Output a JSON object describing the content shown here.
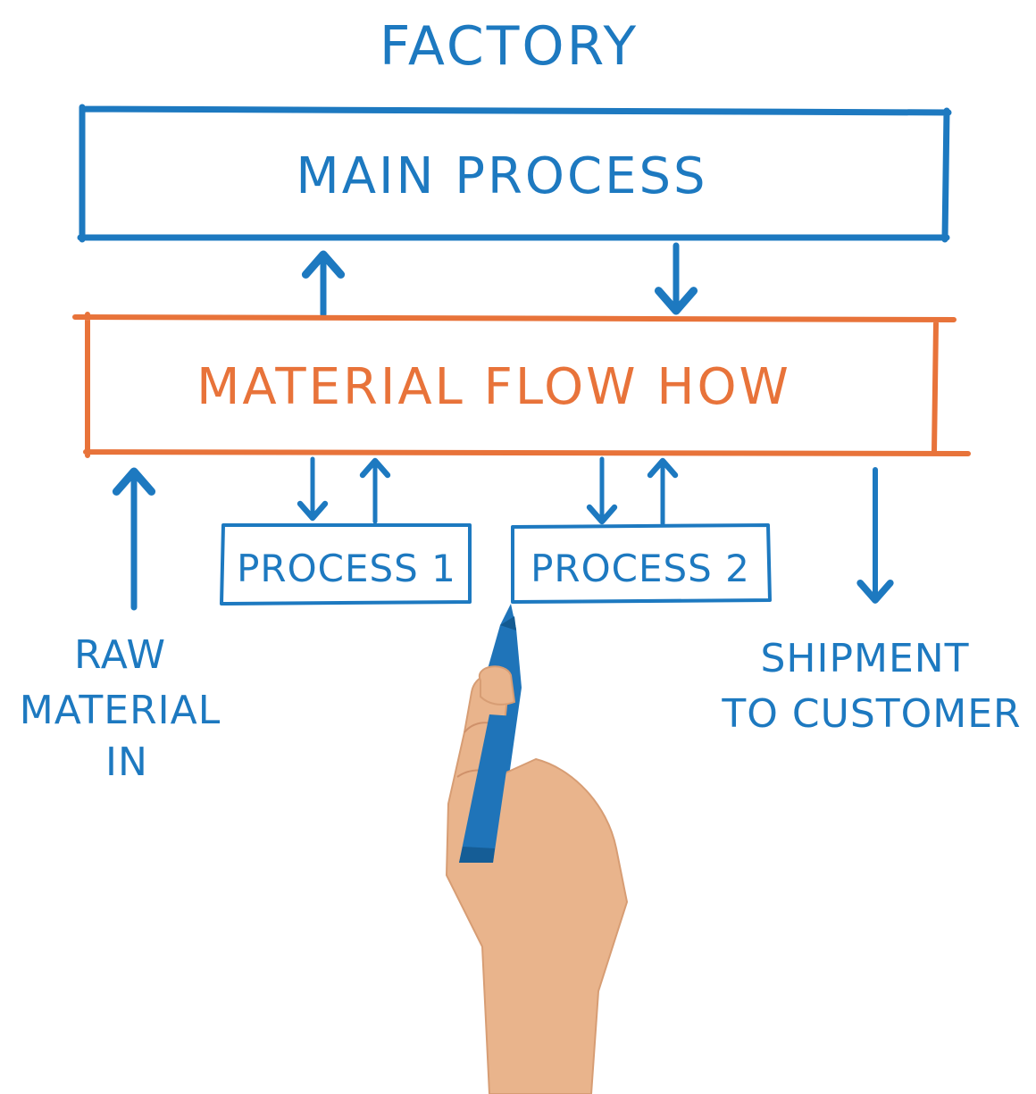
{
  "diagram": {
    "title": "FACTORY",
    "main_process": "MAIN PROCESS",
    "material_flow": "MATERIAL FLOW HOW",
    "process_1": "PROCESS 1",
    "process_2": "PROCESS 2",
    "raw_material": [
      "RAW",
      "MATERIAL",
      "IN"
    ],
    "shipment": [
      "SHIPMENT",
      "TO CUSTOMER"
    ]
  },
  "colors": {
    "marker_blue": "#1d79c0",
    "marker_orange": "#e8733a",
    "background": "#ffffff",
    "skin": "#e9b48c"
  },
  "icons": [
    "hand-with-marker-icon"
  ]
}
